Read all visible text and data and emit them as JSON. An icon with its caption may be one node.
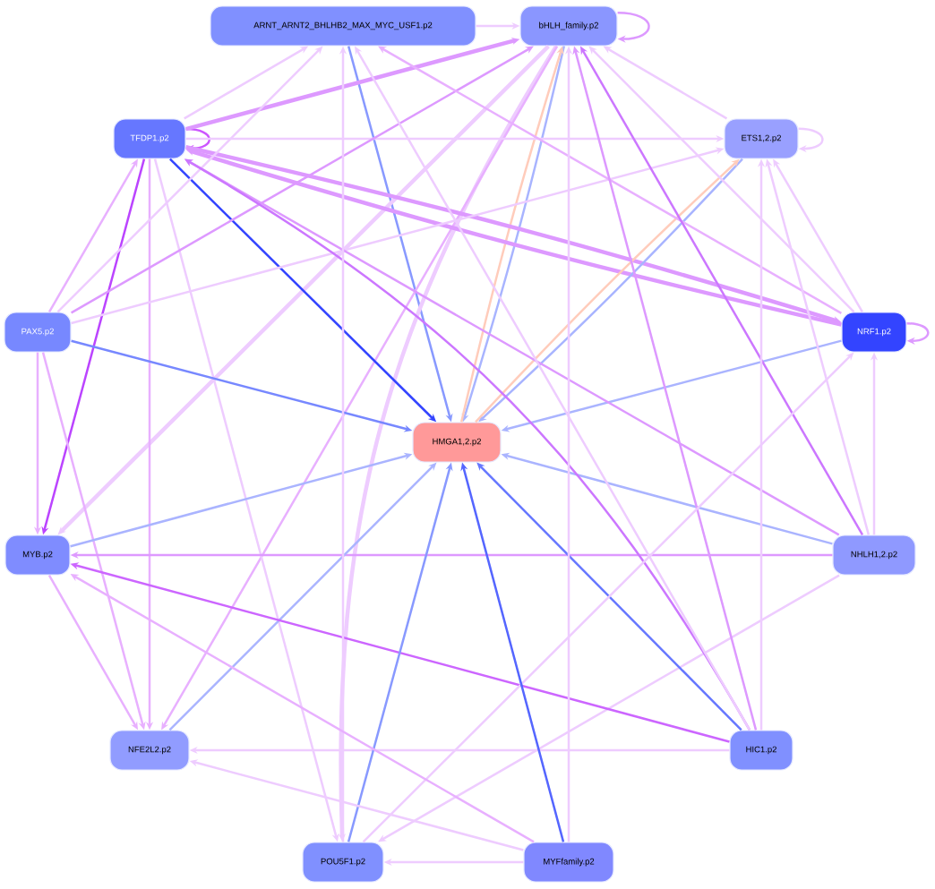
{
  "diagram": {
    "nodes": [
      {
        "text": [
          "ARNT_ARNT2_BHLHB2_MAX_MYC_USF1.p2"
        ]
      },
      {
        "text": [
          "bHLH_family.p2"
        ]
      },
      {
        "text": [
          "TFDP1.p2"
        ]
      },
      {
        "text": [
          "ETS1,2.p2"
        ]
      },
      {
        "text": [
          "PAX5.p2"
        ]
      },
      {
        "text": [
          "NRF1.p2"
        ]
      },
      {
        "text": [
          "HMGA1,2.p2"
        ]
      },
      {
        "text": [
          "MYB.p2"
        ]
      },
      {
        "text": [
          "NHLH1,2.p2"
        ]
      },
      {
        "text": [
          "NFE2L2.p2"
        ]
      },
      {
        "text": [
          "HIC1.p2"
        ]
      },
      {
        "text": [
          "POU5F1.p2"
        ]
      },
      {
        "text": [
          "MYFfamily.p2"
        ]
      }
    ],
    "edges": [
      {
        "from": 0,
        "to": 1,
        "arrow": "to"
      },
      {
        "from": 0,
        "to": 6,
        "arrow": "to",
        "color": "#8899ff"
      },
      {
        "from": 1,
        "to": 1,
        "arrow": "to",
        "color": "#dd99ff"
      },
      {
        "from": 1,
        "to": 6,
        "arrow": "to",
        "color": "#a8b4ff"
      },
      {
        "from": 6,
        "to": 1,
        "arrow": "to",
        "color": "#ffccbb"
      },
      {
        "from": 1,
        "to": 7,
        "arrow": "to",
        "style": "thick"
      },
      {
        "from": 1,
        "to": 11,
        "arrow": "to",
        "style": "thick"
      },
      {
        "from": 1,
        "to": 9,
        "arrow": "to",
        "color": "#e8b0ff"
      },
      {
        "from": 2,
        "to": 2,
        "arrow": "to",
        "color": "#cc55ff"
      },
      {
        "from": 2,
        "to": 0,
        "arrow": "to"
      },
      {
        "from": 2,
        "to": 1,
        "arrow": "to",
        "style": "thick",
        "color": "#dd99ff"
      },
      {
        "from": 2,
        "to": 3,
        "arrow": "to"
      },
      {
        "from": 2,
        "to": 5,
        "arrow": "to",
        "style": "thick",
        "color": "#dd99ff"
      },
      {
        "from": 5,
        "to": 2,
        "arrow": "to",
        "style": "thick",
        "color": "#dd99ff"
      },
      {
        "from": 2,
        "to": 6,
        "arrow": "to",
        "color": "#3344ff"
      },
      {
        "from": 2,
        "to": 7,
        "arrow": "to",
        "color": "#bb44ff"
      },
      {
        "from": 2,
        "to": 9,
        "arrow": "to",
        "color": "#e8b0ff"
      },
      {
        "from": 2,
        "to": 11,
        "arrow": "to"
      },
      {
        "from": 3,
        "to": 3,
        "arrow": "to"
      },
      {
        "from": 3,
        "to": 1,
        "arrow": "to"
      },
      {
        "from": 3,
        "to": 6,
        "arrow": "to",
        "color": "#a8b4ff"
      },
      {
        "from": 6,
        "to": 3,
        "arrow": "to",
        "color": "#ffccbb"
      },
      {
        "from": 4,
        "to": 2,
        "arrow": "to",
        "color": "#e8b0ff"
      },
      {
        "from": 4,
        "to": 0,
        "arrow": "to"
      },
      {
        "from": 4,
        "to": 1,
        "arrow": "to",
        "color": "#dd99ff"
      },
      {
        "from": 4,
        "to": 3,
        "arrow": "to"
      },
      {
        "from": 4,
        "to": 6,
        "arrow": "to",
        "color": "#7788ff"
      },
      {
        "from": 4,
        "to": 7,
        "arrow": "to",
        "color": "#e8b0ff"
      },
      {
        "from": 4,
        "to": 9,
        "arrow": "to",
        "color": "#e8b0ff"
      },
      {
        "from": 5,
        "to": 5,
        "arrow": "to",
        "color": "#dd99ff"
      },
      {
        "from": 5,
        "to": 0,
        "arrow": "to",
        "color": "#e8b0ff"
      },
      {
        "from": 5,
        "to": 1,
        "arrow": "to"
      },
      {
        "from": 5,
        "to": 3,
        "arrow": "to"
      },
      {
        "from": 5,
        "to": 6,
        "arrow": "to",
        "color": "#aab4ff"
      },
      {
        "from": 7,
        "to": 6,
        "arrow": "to",
        "color": "#aab4ff"
      },
      {
        "from": 7,
        "to": 9,
        "arrow": "to",
        "color": "#e8b0ff"
      },
      {
        "from": 8,
        "to": 7,
        "arrow": "to",
        "color": "#dd99ff"
      },
      {
        "from": 8,
        "to": 6,
        "arrow": "to",
        "color": "#aab4ff"
      },
      {
        "from": 8,
        "to": 5,
        "arrow": "to"
      },
      {
        "from": 8,
        "to": 3,
        "arrow": "to"
      },
      {
        "from": 8,
        "to": 1,
        "arrow": "to",
        "color": "#cc77ff"
      },
      {
        "from": 8,
        "to": 2,
        "arrow": "to",
        "color": "#dd99ff"
      },
      {
        "from": 8,
        "to": 11,
        "arrow": "to"
      },
      {
        "from": 9,
        "to": 6,
        "arrow": "to",
        "color": "#aab4ff"
      },
      {
        "from": 10,
        "to": 7,
        "arrow": "to",
        "color": "#cc66ff"
      },
      {
        "from": 10,
        "to": 9,
        "arrow": "to"
      },
      {
        "from": 10,
        "to": 6,
        "arrow": "to",
        "color": "#6677ff"
      },
      {
        "from": 10,
        "to": 3,
        "arrow": "to"
      },
      {
        "from": 10,
        "to": 1,
        "arrow": "to",
        "color": "#dd99ff"
      },
      {
        "from": 10,
        "to": 2,
        "arrow": "to",
        "color": "#cc77ff"
      },
      {
        "from": 10,
        "to": 0,
        "arrow": "to"
      },
      {
        "from": 11,
        "to": 6,
        "arrow": "to",
        "color": "#8899ff"
      },
      {
        "from": 11,
        "to": 0,
        "arrow": "to"
      },
      {
        "from": 11,
        "to": 5,
        "arrow": "to"
      },
      {
        "from": 12,
        "to": 11,
        "arrow": "to"
      },
      {
        "from": 12,
        "to": 9,
        "arrow": "to"
      },
      {
        "from": 12,
        "to": 7,
        "arrow": "to",
        "color": "#e8b0ff"
      },
      {
        "from": 12,
        "to": 6,
        "arrow": "to",
        "color": "#5566ff"
      },
      {
        "from": 12,
        "to": 1,
        "arrow": "to"
      }
    ]
  }
}
